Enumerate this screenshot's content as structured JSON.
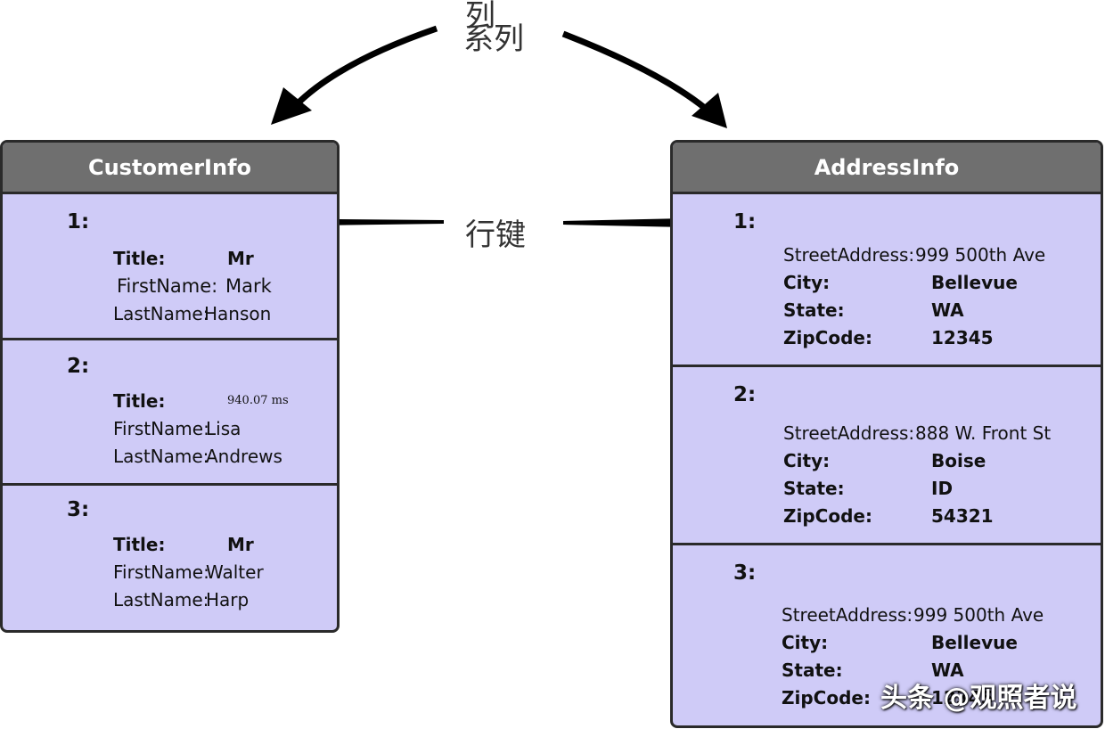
{
  "labels": {
    "column_family": "系列",
    "column_family_overlap": "列",
    "row_key": "行键"
  },
  "watermark": "头条 @观照者说",
  "customer": {
    "title": "CustomerInfo",
    "rows": [
      {
        "key": "1:",
        "fields": [
          {
            "name": "Title:",
            "value": "Mr"
          },
          {
            "name": "FirstName:",
            "value": "Mark"
          },
          {
            "name": "LastName:",
            "value": "Hanson"
          }
        ]
      },
      {
        "key": "2:",
        "fields": [
          {
            "name": "Title:",
            "value": "940.07 ms"
          },
          {
            "name": "FirstName:",
            "value": "Lisa"
          },
          {
            "name": "LastName:",
            "value": "Andrews"
          }
        ]
      },
      {
        "key": "3:",
        "fields": [
          {
            "name": "Title:",
            "value": "Mr"
          },
          {
            "name": "FirstName:",
            "value": "Walter"
          },
          {
            "name": "LastName:",
            "value": "Harp"
          }
        ]
      }
    ]
  },
  "address": {
    "title": "AddressInfo",
    "rows": [
      {
        "key": "1:",
        "fields": [
          {
            "name": "StreetAddress:",
            "value": "999 500th Ave"
          },
          {
            "name": "City:",
            "value": "Bellevue"
          },
          {
            "name": "State:",
            "value": "WA"
          },
          {
            "name": "ZipCode:",
            "value": "12345"
          }
        ]
      },
      {
        "key": "2:",
        "fields": [
          {
            "name": "StreetAddress:",
            "value": "888 W. Front St"
          },
          {
            "name": "City:",
            "value": "Boise"
          },
          {
            "name": "State:",
            "value": "ID"
          },
          {
            "name": "ZipCode:",
            "value": "54321"
          }
        ]
      },
      {
        "key": "3:",
        "fields": [
          {
            "name": "StreetAddress:",
            "value": "999 500th Ave"
          },
          {
            "name": "City:",
            "value": "Bellevue"
          },
          {
            "name": "State:",
            "value": "WA"
          },
          {
            "name": "ZipCode:",
            "value": "12345"
          }
        ]
      }
    ]
  }
}
